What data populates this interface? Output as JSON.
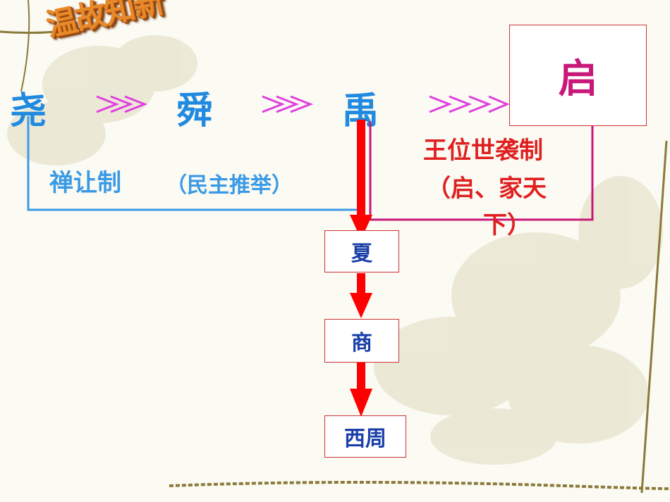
{
  "title_art": "温故知新",
  "rulers": [
    "尧",
    "舜",
    "禹"
  ],
  "successor": "启",
  "left_system": {
    "label": "禅让制",
    "paren": "（民主推举）"
  },
  "right_system": {
    "line1": "王位世袭制",
    "line2": "（启、家天",
    "line3": "下）"
  },
  "dynasties": [
    "夏",
    "商",
    "西周"
  ],
  "colors": {
    "ruler_blue": "#1f8ae0",
    "qi_magenta": "#c8187a",
    "system_red": "#e02020",
    "dynasty_blue": "#1a3fa8",
    "arrow_red": "#ff0000",
    "chevron_pink": "#e040e0"
  }
}
